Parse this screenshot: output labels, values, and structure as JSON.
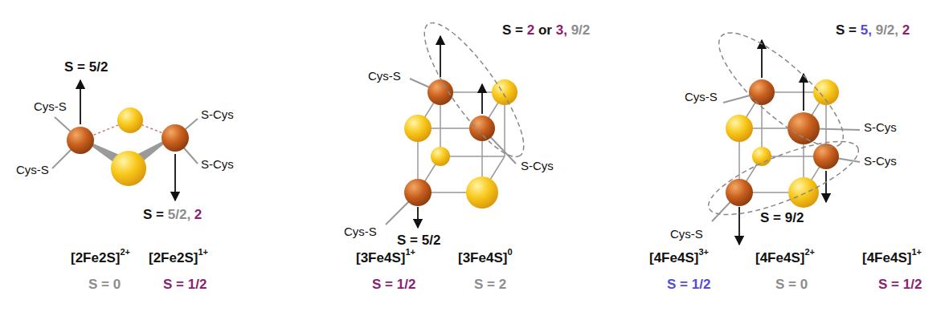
{
  "diagram": {
    "labels": [
      "S = 5/2",
      "Cys-S",
      "Cys-S",
      "S-Cys",
      "S-Cys",
      "S =",
      "5/2,",
      "2",
      "[2Fe2S]",
      "2+",
      "[2Fe2S]",
      "1+",
      "S = 0",
      "S = 1/2",
      "Cys-S",
      "S =",
      "2",
      "or",
      "3,",
      "9/2",
      "S-Cys",
      "Cys-S",
      "S = 5/2",
      "[3Fe4S]",
      "1+",
      "[3Fe4S]",
      "0",
      "S = 1/2",
      "S = 2",
      "S =",
      "5,",
      "9/2,",
      "2",
      "Cys-S",
      "S-Cys",
      "S-Cys",
      "Cys-S",
      "S = 9/2",
      "[4Fe4S]",
      "3+",
      "[4Fe4S]",
      "2+",
      "[4Fe4S]",
      "1+",
      "S = 1/2",
      "S = 0",
      "S = 1/2"
    ]
  }
}
